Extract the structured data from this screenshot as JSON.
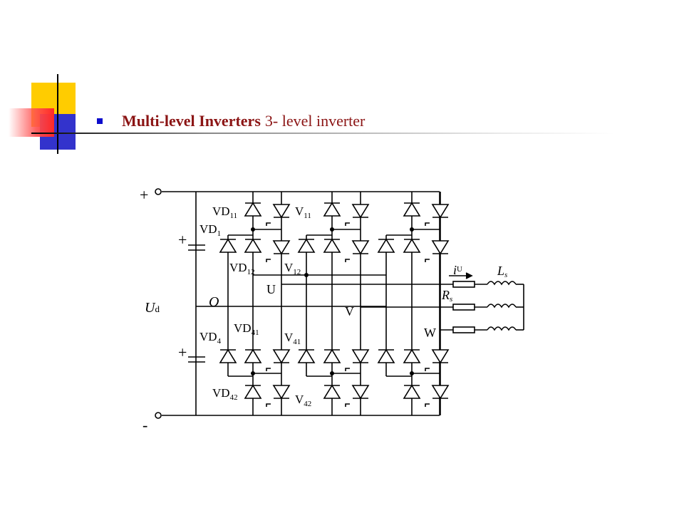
{
  "slide": {
    "bullet_icon": "square-bullet-icon",
    "title_bold": "Multi-level Inverters",
    "title_rest": "3- level inverter",
    "accent_colors": {
      "yellow": "#ffcc00",
      "red": "#ff3333",
      "blue": "#3333cc",
      "title": "#8b1414",
      "bullet": "#0d0dcc"
    }
  },
  "circuit": {
    "plus_top": "+",
    "minus_bottom": "-",
    "cap_plus_upper": "+",
    "cap_plus_lower": "+",
    "ud_main": "U",
    "ud_sub": "d",
    "o_label": "O",
    "labels": {
      "vd11_main": "VD",
      "vd11_sub": "11",
      "vd1_main": "VD",
      "vd1_sub": "1",
      "vd12_main": "VD",
      "vd12_sub": "12",
      "vd4_main": "VD",
      "vd4_sub": "4",
      "vd41_main": "VD",
      "vd41_sub": "41",
      "vd42_main": "VD",
      "vd42_sub": "42",
      "v11_main": "V",
      "v11_sub": "11",
      "v12_main": "V",
      "v12_sub": "12",
      "v41_main": "V",
      "v41_sub": "41",
      "v42_main": "V",
      "v42_sub": "42"
    },
    "phase_u": "U",
    "phase_v": "V",
    "phase_w": "W",
    "current_main": "i",
    "current_sub": "U",
    "rs_main": "R",
    "rs_sub": "s",
    "ls_main": "L",
    "ls_sub": "s"
  }
}
